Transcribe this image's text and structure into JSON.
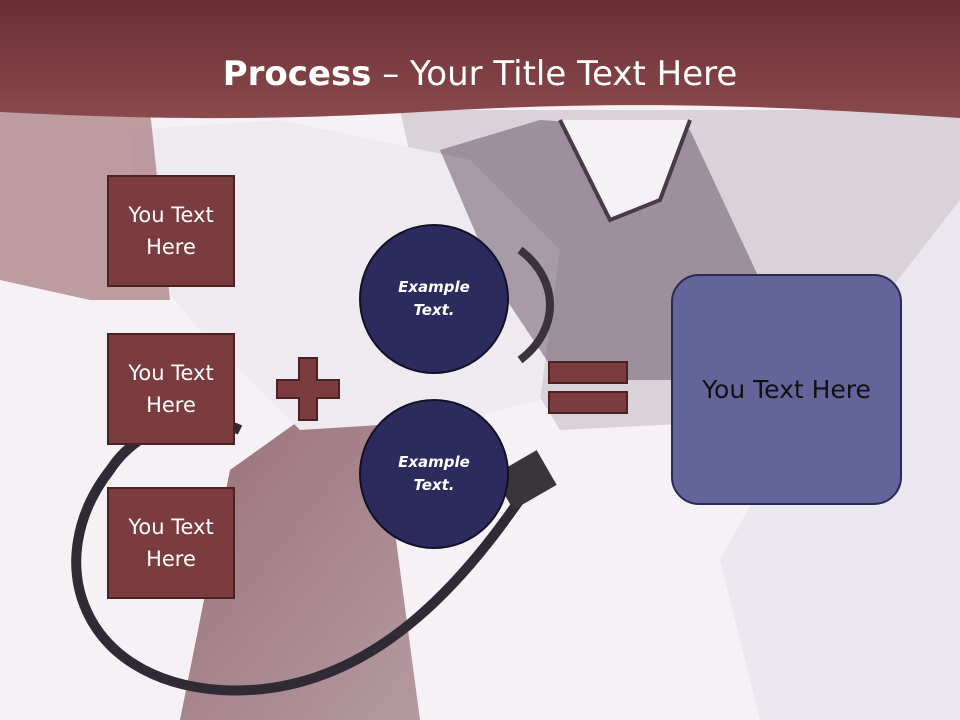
{
  "slide": {
    "title_bold": "Process",
    "title_rest": " – Your Title Text Here"
  },
  "left_boxes": [
    {
      "line1": "You Text",
      "line2": "Here"
    },
    {
      "line1": "You Text",
      "line2": "Here"
    },
    {
      "line1": "You Text",
      "line2": "Here"
    }
  ],
  "circles": [
    {
      "line1": "Example",
      "line2": "Text."
    },
    {
      "line1": "Example",
      "line2": "Text."
    }
  ],
  "result_text": "You Text Here",
  "colors": {
    "header": "#7a3a3e",
    "box_fill": "#7b3c3f",
    "circle_fill": "#2d2b5e",
    "result_fill": "#63649a"
  },
  "icons": [
    "plus-icon",
    "equals-icon"
  ]
}
